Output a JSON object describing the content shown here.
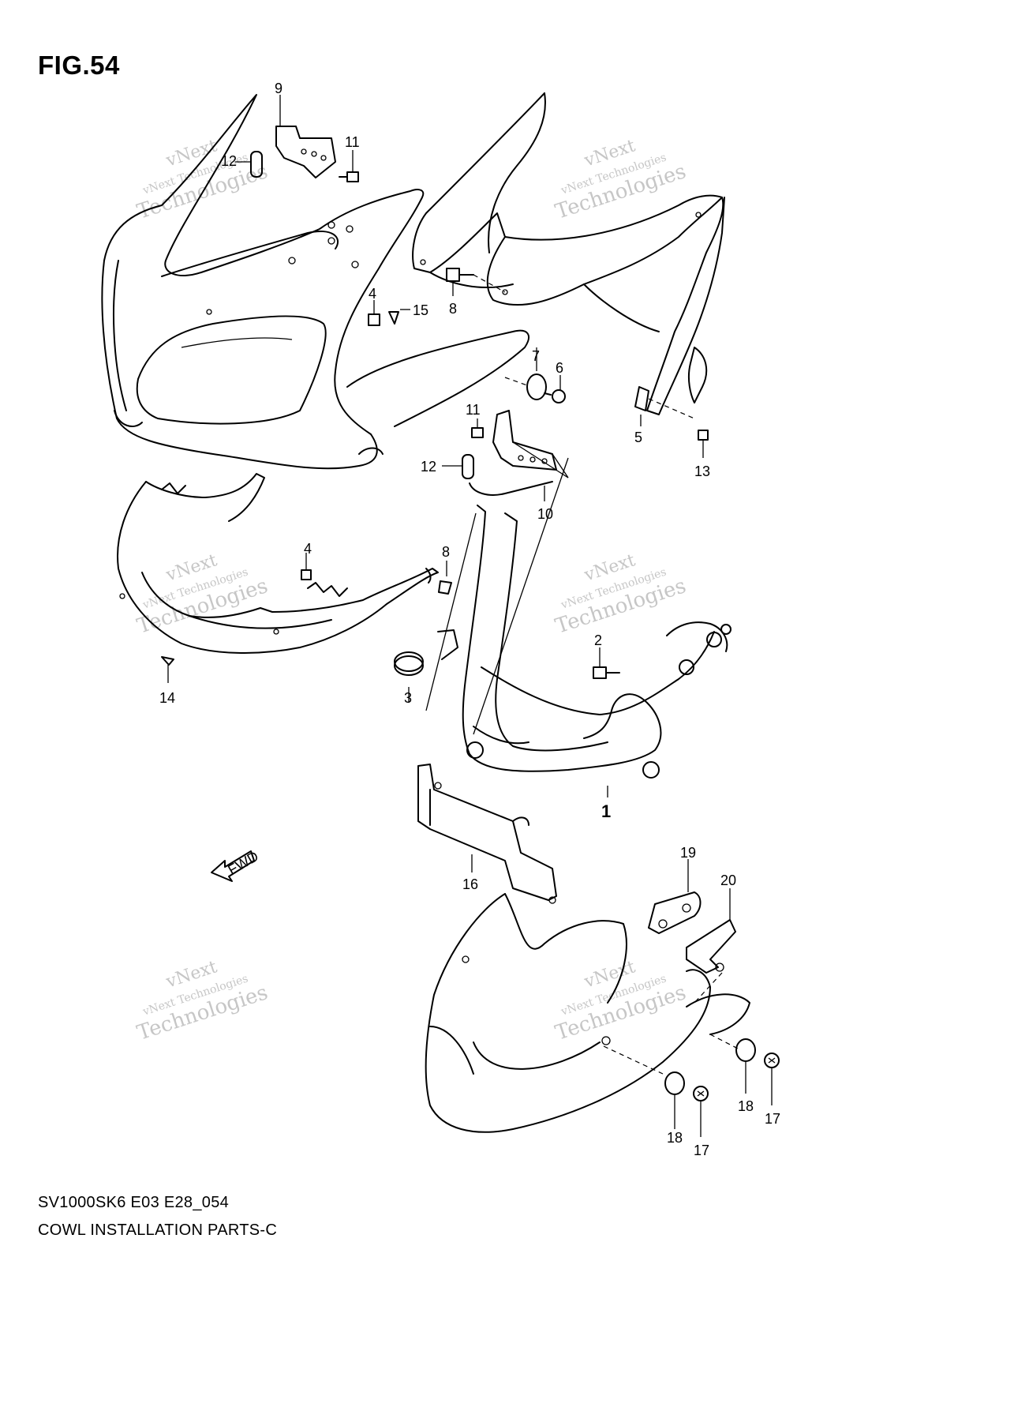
{
  "figure": {
    "title": "FIG.54",
    "model_code": "SV1000SK6 E03 E28_054",
    "section_name": "COWL INSTALLATION PARTS-C",
    "fwd_label": "FWD"
  },
  "watermarks": [
    {
      "line1": "vNext",
      "line2": "vNext Technologies",
      "line3": "Technologies"
    },
    {
      "line1": "vNext",
      "line2": "vNext Technologies",
      "line3": "Technologies"
    },
    {
      "line1": "vNext",
      "line2": "vNext Technologies",
      "line3": "Technologies"
    },
    {
      "line1": "vNext",
      "line2": "vNext Technologies",
      "line3": "Technologies"
    },
    {
      "line1": "vNext",
      "line2": "vNext Technologies",
      "line3": "Technologies"
    },
    {
      "line1": "vNext",
      "line2": "vNext Technologies",
      "line3": "Technologies"
    }
  ],
  "callouts": {
    "c9": "9",
    "c11a": "11",
    "c12a": "12",
    "c4a": "4",
    "c15": "15",
    "c8a": "8",
    "c7": "7",
    "c6": "6",
    "c5": "5",
    "c13": "13",
    "c11b": "11",
    "c12b": "12",
    "c10": "10",
    "c4b": "4",
    "c8b": "8",
    "c14": "14",
    "c3": "3",
    "c2": "2",
    "c1": "1",
    "c16": "16",
    "c19": "19",
    "c20": "20",
    "c18a": "18",
    "c17a": "17",
    "c18b": "18",
    "c17b": "17"
  }
}
